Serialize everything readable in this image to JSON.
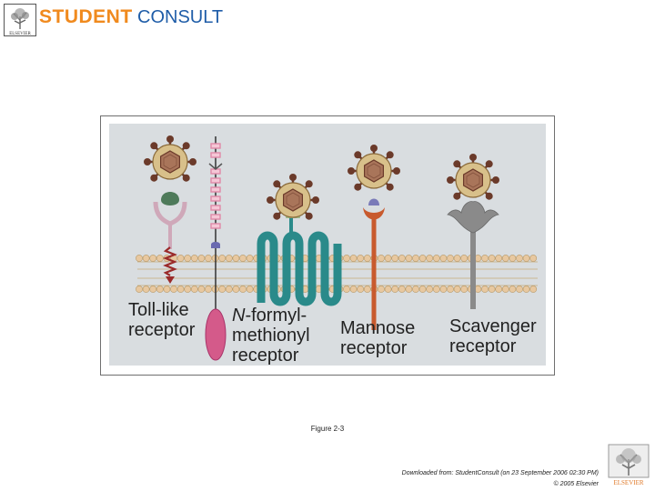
{
  "header": {
    "publisher_logo_text": "ELSEVIER",
    "brand_part1": "STUDENT",
    "brand_part2": "CONSULT"
  },
  "figure": {
    "labels": {
      "toll_like": "Toll-like\nreceptor",
      "n_formyl": "methionyl\nreceptor",
      "n_formyl_italic": "N",
      "n_formyl_rest": "-formyl-",
      "mannose": "Mannose\nreceptor",
      "scavenger": "Scavenger\nreceptor"
    }
  },
  "caption": "Figure 2-3",
  "footer": {
    "download_line": "Downloaded from: StudentConsult (on 23 September 2006 02:30 PM)",
    "copyright": "© 2005 Elsevier"
  },
  "colors": {
    "membrane_beads": "#e8c8a0",
    "membrane_tail": "#c4a878",
    "toll_stem": "#b0497a",
    "n_formyl_tube": "#e089a8",
    "mannose": "#c85a2e",
    "scavenger": "#8a8a8a",
    "gpcr": "#2a8a8a",
    "panel_bg": "#d9dde0"
  }
}
